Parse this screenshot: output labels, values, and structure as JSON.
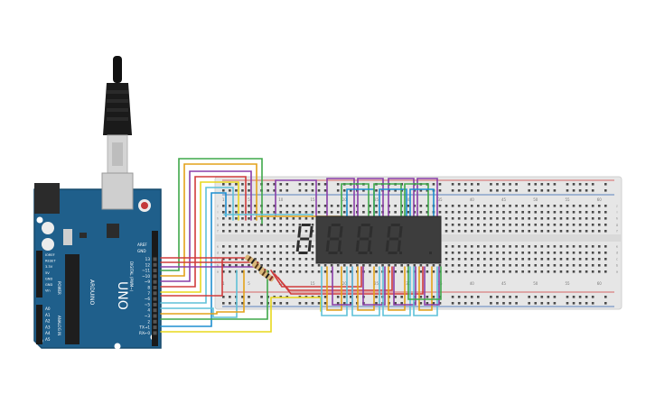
{
  "arduino": {
    "logo_text": "ARDUINO",
    "model": "UNO",
    "digital_label": "DIGITAL (PWM~)",
    "power_label": "POWER",
    "analog_label": "ANALOG IN",
    "aref": "AREF",
    "gnd": "GND",
    "digital_pins": [
      "13",
      "12",
      "~11",
      "~10",
      "~9",
      "8",
      "7",
      "~6",
      "~5",
      "4",
      "~3",
      "2",
      "TX→1",
      "RX←0"
    ],
    "power_pins": [
      "IOREF",
      "RESET",
      "3.3V",
      "5V",
      "GND",
      "GND",
      "Vin"
    ],
    "analog_pins": [
      "A0",
      "A1",
      "A2",
      "A3",
      "A4",
      "A5"
    ]
  },
  "breadboard": {
    "top_columns": [
      "1",
      "5",
      "10",
      "15",
      "20",
      "25",
      "30",
      "35",
      "40",
      "45",
      "50",
      "55",
      "60"
    ],
    "bottom_columns": [
      "1",
      "5",
      "10",
      "15",
      "20",
      "25",
      "30",
      "35",
      "40",
      "45",
      "50",
      "55",
      "60"
    ],
    "row_letters_top": [
      "j",
      "i",
      "h",
      "g",
      "f"
    ],
    "row_letters_bottom": [
      "e",
      "d",
      "c",
      "b",
      "a"
    ]
  },
  "display": {
    "digits": [
      "8",
      "8",
      "8",
      "8"
    ],
    "segment_color": "#2e2e2e",
    "body_color": "#3d3d3d"
  },
  "colors": {
    "board": "#1f5f8b",
    "breadboard": "#e6e6e6",
    "wires": [
      "#d03b3b",
      "#8a3fa8",
      "#e3a21a",
      "#3fa84a",
      "#5fc1d8",
      "#1f8fd0",
      "#e8d81d"
    ]
  }
}
